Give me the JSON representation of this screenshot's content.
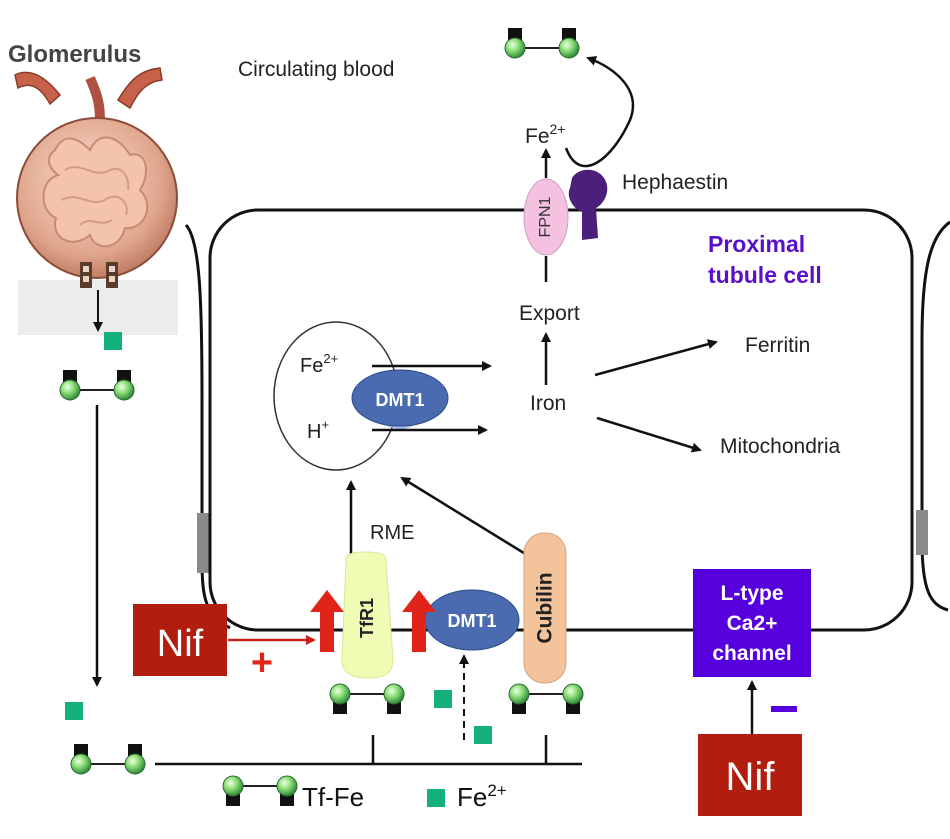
{
  "labels": {
    "glomerulus": "Glomerulus",
    "circulating_blood": "Circulating blood",
    "hephaestin": "Hephaestin",
    "fpn1": "FPN1",
    "fe_top": "Fe",
    "fe_top_sup": "2+",
    "proximal_line1": "Proximal",
    "proximal_line2": "tubule cell",
    "export": "Export",
    "iron": "Iron",
    "ferritin": "Ferritin",
    "mitochondria": "Mitochondria",
    "endosome_fe": "Fe",
    "endosome_fe_sup": "2+",
    "endosome_h": "H",
    "endosome_h_sup": "+",
    "dmt1_endosome": "DMT1",
    "rme": "RME",
    "tfr1": "TfR1",
    "dmt1_membrane": "DMT1",
    "cubilin": "Cubilin",
    "nif_left": "Nif",
    "plus": "+",
    "ltype_line1": "L-type",
    "ltype_line2": "Ca2+",
    "ltype_line3": "channel",
    "minus": "–",
    "nif_bottom": "Nif",
    "legend_tffe": "Tf-Fe",
    "legend_fe": "Fe",
    "legend_fe_sup": "2+"
  },
  "colors": {
    "nif_box": "#b11e10",
    "ltype_box": "#5500dd",
    "proximal_text": "#5a0fc8",
    "dmt1": "#4a6bb0",
    "fpn1": "#f4c2e0",
    "hephaestin": "#4b1f7a",
    "tfr1": "#eefcb4",
    "cubilin": "#f3c39c",
    "red_arrow": "#e0241a",
    "fe_square": "#14b07a",
    "tf_ball": "#7ed66f"
  }
}
